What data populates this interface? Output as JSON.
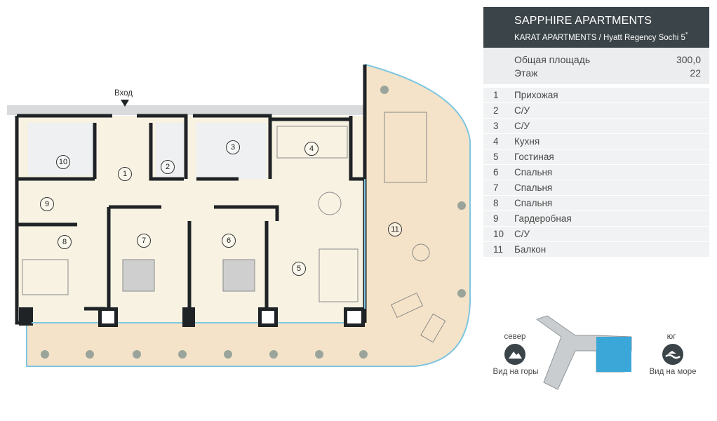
{
  "project": {
    "title": "SAPPHIRE APARTMENTS",
    "subtitle": "KARAT APARTMENTS / Hyatt Regency Sochi 5",
    "subtitle_star": "*"
  },
  "stats": [
    {
      "label": "Общая площадь",
      "value": "300,0"
    },
    {
      "label": "Этаж",
      "value": "22"
    }
  ],
  "rooms": [
    {
      "num": "1",
      "name": "Прихожая"
    },
    {
      "num": "2",
      "name": "С/У"
    },
    {
      "num": "3",
      "name": "С/У"
    },
    {
      "num": "4",
      "name": "Кухня"
    },
    {
      "num": "5",
      "name": "Гостиная"
    },
    {
      "num": "6",
      "name": "Спальня"
    },
    {
      "num": "7",
      "name": "Спальня"
    },
    {
      "num": "8",
      "name": "Спальня"
    },
    {
      "num": "9",
      "name": "Гардеробная"
    },
    {
      "num": "10",
      "name": "С/У"
    },
    {
      "num": "11",
      "name": "Балкон"
    }
  ],
  "plan": {
    "entrance_label": "Вход",
    "room_markers": [
      "1",
      "2",
      "3",
      "4",
      "5",
      "6",
      "7",
      "8",
      "9",
      "10",
      "11"
    ]
  },
  "orientation": {
    "north_label": "север",
    "north_view": "Вид на горы",
    "south_label": "юг",
    "south_view": "Вид на море"
  },
  "colors": {
    "header_bg": "#3b4449",
    "wall": "#1f2326",
    "floor": "#f6f1e0",
    "balcony": "#f3e2c6",
    "highlight": "#3aa7d8"
  }
}
